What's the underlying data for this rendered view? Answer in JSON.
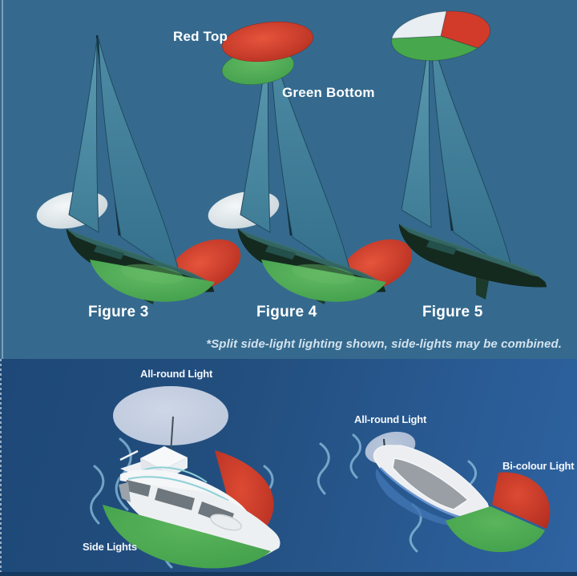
{
  "top": {
    "annotations": {
      "red_top": "Red Top",
      "green_bottom": "Green Bottom"
    },
    "captions": [
      "Figure 3",
      "Figure 4",
      "Figure 5"
    ],
    "footnote": "*Split side-light lighting shown, side-lights may be combined."
  },
  "bottom": {
    "labels": {
      "allround_left": "All-round Light",
      "side_lights": "Side Lights",
      "allround_right": "All-round Light",
      "bicolour": "Bi-colour Light"
    }
  },
  "colors": {
    "top_bg": "#356a8e",
    "bottom_bg_dark": "#1d4877",
    "bottom_bg_light": "#2e63a1",
    "red_light": "#d23a2a",
    "green_light": "#47a74c",
    "white_light": "#e9eef2",
    "allround_light": "#c7d0e2",
    "label_text": "#ffffff",
    "footnote_text": "#d3e2ee"
  }
}
